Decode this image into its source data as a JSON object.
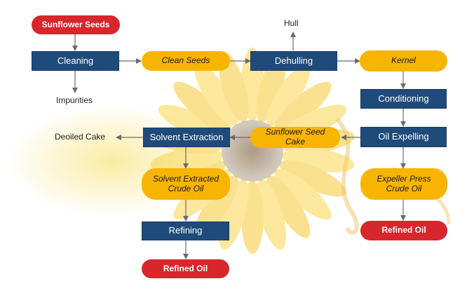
{
  "diagram": {
    "nodes": {
      "sunflower_seeds": "Sunflower Seeds",
      "cleaning": "Cleaning",
      "clean_seeds": "Clean Seeds",
      "dehulling": "Dehulling",
      "kernel": "Kernel",
      "conditioning": "Conditioning",
      "oil_expelling": "Oil Expelling",
      "sunflower_seed_cake": "Sunflower Seed Cake",
      "solvent_extraction": "Solvent Extraction",
      "solvent_extracted_crude_oil": "Solvent Extracted Crude Oil",
      "expeller_press_crude_oil": "Expeller Press Crude Oil",
      "refining": "Refining",
      "refined_oil_left": "Refined Oil",
      "refined_oil_right": "Refined Oil"
    },
    "labels": {
      "hull": "Hull",
      "impurities": "Impurities",
      "deoiled_cake": "Deoiled Cake"
    },
    "colors": {
      "process_box": "#1f4b7a",
      "product_pill": "#f7b400",
      "endpoint_pill": "#d7262c",
      "arrow": "#6b6b6b"
    }
  }
}
